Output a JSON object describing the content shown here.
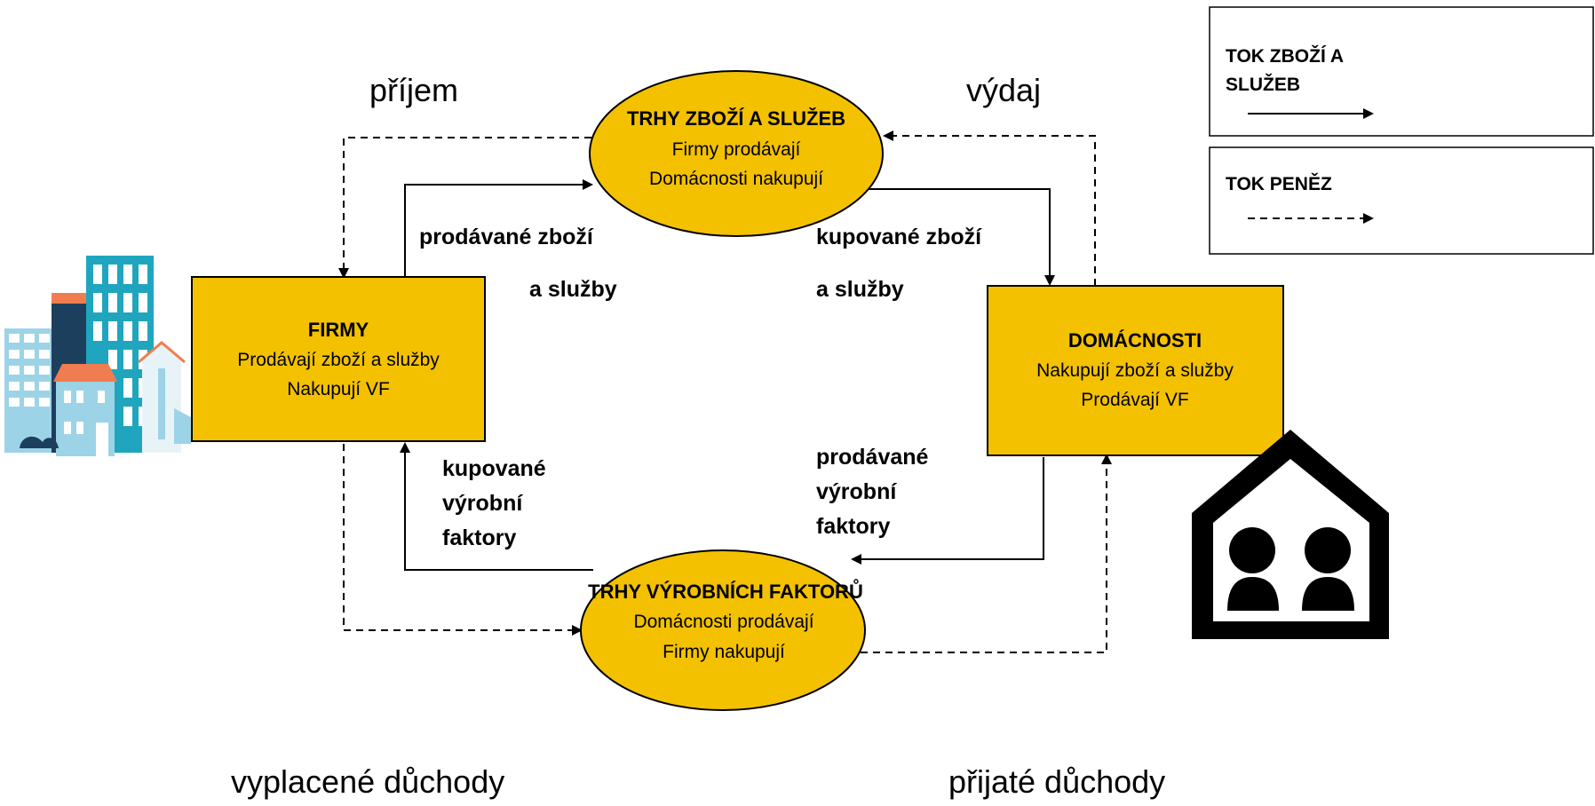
{
  "colors": {
    "node_fill": "#F3C100",
    "node_stroke": "#000000",
    "building_teal": "#1FA6BE",
    "building_light": "#9DD3E6",
    "building_orange": "#F07D4F",
    "building_navy": "#1D3F5E"
  },
  "nodes": {
    "goods_market": {
      "title": "TRHY ZBOŽÍ A SLUŽEB",
      "line1": "Firmy prodávají",
      "line2": "Domácnosti nakupují"
    },
    "firms": {
      "title": "FIRMY",
      "line1": "Prodávají zboží a služby",
      "line2": "Nakupují VF"
    },
    "households": {
      "title": "DOMÁCNOSTI",
      "line1": "Nakupují zboží a služby",
      "line2": "Prodávají VF"
    },
    "factor_market": {
      "title": "TRHY VÝROBNÍCH FAKTORŮ",
      "line1": "Domácnosti prodávají",
      "line2": "Firmy nakupují"
    }
  },
  "flow_labels": {
    "income": "příjem",
    "expense": "výdaj",
    "sold_goods_1": "prodávané zboží",
    "sold_goods_2": "a služby",
    "bought_goods_1": "kupované zboží",
    "bought_goods_2": "a služby",
    "bought_factors_1": "kupované",
    "bought_factors_2": "výrobní",
    "bought_factors_3": "faktory",
    "sold_factors_1": "prodávané",
    "sold_factors_2": "výrobní",
    "sold_factors_3": "faktory",
    "paid_incomes": "vyplacené důchody",
    "received_incomes": "přijaté důchody"
  },
  "legend": {
    "goods_flow_line1": "TOK ZBOŽÍ A",
    "goods_flow_line2": "SLUŽEB",
    "money_flow": "TOK PENĚZ"
  },
  "icons": {
    "firms": "city-buildings-icon",
    "households": "house-people-icon"
  }
}
